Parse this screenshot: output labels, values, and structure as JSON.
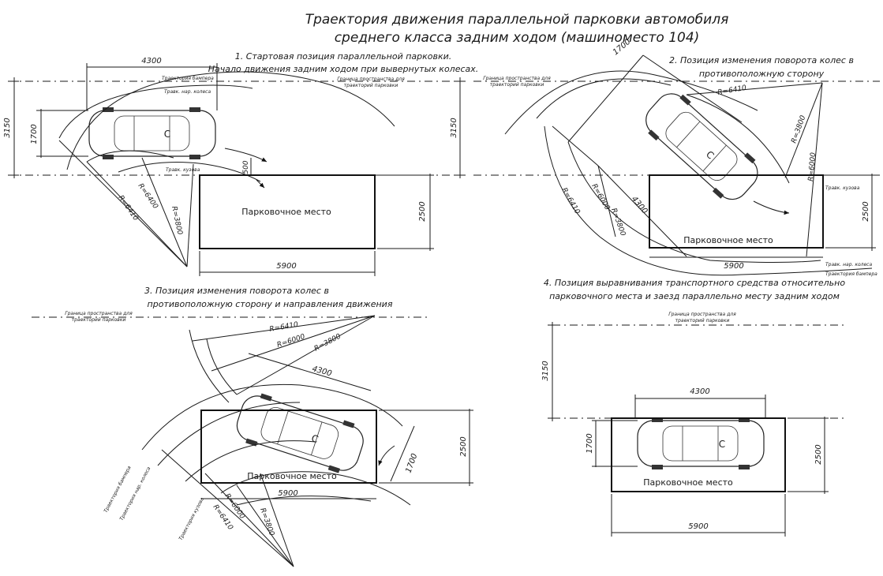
{
  "title": {
    "line1": "Траектория движения параллельной парковки автомобиля",
    "line2": "среднего класса  задним ходом (машиноместо  104)"
  },
  "panel1": {
    "caption1": "1.  Стартовая позиция параллельной парковки.",
    "caption2": "Начало движения задним ходом при вывернутых колесах.",
    "dim_length": "4300",
    "dim_left": "3150",
    "dim_car_width": "1700",
    "dim_offset": "500",
    "dim_spot_height": "2500",
    "dim_spot_width": "5900",
    "label_bumper": "Траектория бампера",
    "label_front_wheel": "Травк. нар. колеса",
    "label_space_1": "Граница пространства для",
    "label_space_2": "траекторий парковки",
    "label_body": "Травк. кузова",
    "spot_label": "Парковочное место",
    "car_letter": "С",
    "r1": "R=6400",
    "r2": "R=6410",
    "r3": "R=3800"
  },
  "panel2": {
    "caption1": "2. Позиция изменения поворота колес в",
    "caption2": "противоположную сторону",
    "label_space_1": "Граница пространства для",
    "label_space_2": "траекторий парковки",
    "dim_left": "3150",
    "dim_right": "2500",
    "dim_top": "1700",
    "dim_mid": "4300",
    "dim_spot_width": "5900",
    "r_top": "R=6410",
    "r_right1": "R=3800",
    "r_right2": "R=6000",
    "r_left1": "R=6410",
    "r_left2": "R=6000",
    "r_left3": "R=3800",
    "label_body": "Травк. кузова",
    "label_front_wheel": "Травк. нар. колеса",
    "label_bumper": "Траектория бампера",
    "spot_label": "Парковочное место",
    "car_letter": "С"
  },
  "panel3": {
    "caption1": "3. Позиция изменения поворота колес в",
    "caption2": "противоположную сторону и направления движения",
    "label_space_1": "Граница пространства для",
    "label_space_2": "траекторий парковки",
    "r1": "R=6410",
    "r2": "R=6000",
    "r3": "R=3800",
    "dim_length": "4300",
    "dim_car": "1700",
    "dim_right": "2500",
    "dim_spot_width": "5900",
    "label_bumper": "Траектория бампера",
    "label_front_wheel": "Траектория нар. колеса",
    "label_body": "Траектория кузова",
    "r_b1": "R=6000",
    "r_b2": "R=6410",
    "r_b3": "R=3800",
    "spot_label": "Парковочное место",
    "car_letter": "С"
  },
  "panel4": {
    "caption1": "4. Позиция выравнивания транспортного средства относительно",
    "caption2": "парковочного места и заезд параллельно месту задним ходом",
    "label_space_1": "Граница пространства для",
    "label_space_2": "траекторий парковки",
    "dim_left": "3150",
    "dim_length": "4300",
    "dim_car": "1700",
    "dim_right": "2500",
    "dim_spot_width": "5900",
    "spot_label": "Парковочное место",
    "car_letter": "С"
  }
}
